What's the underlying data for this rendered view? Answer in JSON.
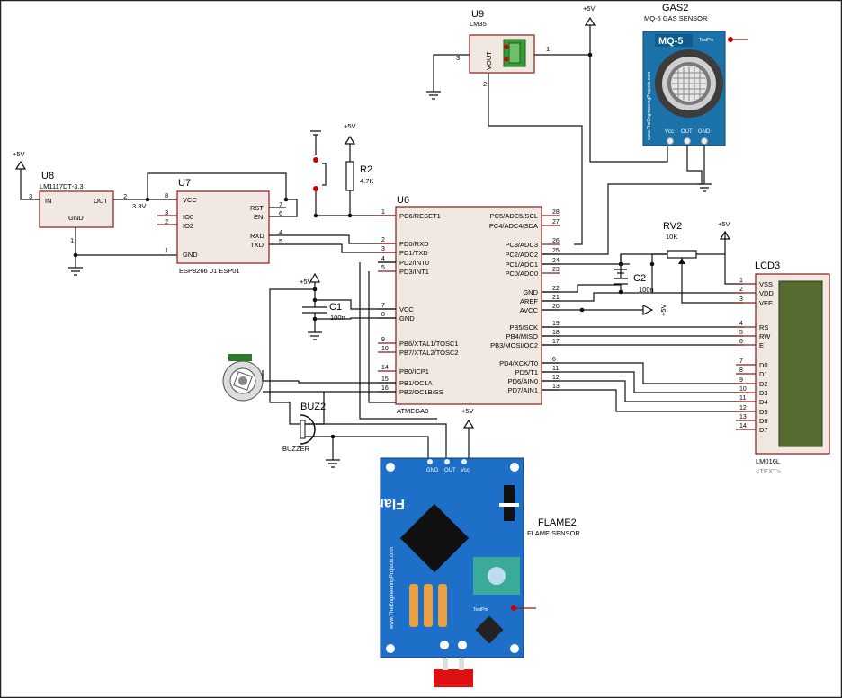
{
  "u8": {
    "ref": "U8",
    "part": "LM1117DT-3.3",
    "in": "IN",
    "out": "OUT",
    "gnd": "GND",
    "p3": "3",
    "p2": "2",
    "p1": "1",
    "v": "+5V"
  },
  "u7": {
    "ref": "U7",
    "part": "ESP8266 01 ESP01",
    "vcc": "VCC",
    "io0": "IO0",
    "io2": "IO2",
    "gnd": "GND",
    "rst": "RST",
    "en": "EN",
    "rxd": "RXD",
    "txd": "TXD",
    "p8": "8",
    "p3": "3",
    "p2": "2",
    "p1": "1",
    "p7": "7",
    "p6": "6",
    "p4": "4",
    "p5": "5",
    "v33": "3.3V"
  },
  "u9": {
    "ref": "U9",
    "part": "LM35",
    "vout": "VOUT",
    "p3": "3",
    "p2": "2",
    "p1": "1"
  },
  "gas": {
    "ref": "GAS2",
    "part": "MQ-5 GAS SENSOR",
    "logo": "MQ-5",
    "testpin": "TestPin",
    "vcc": "Vcc",
    "out": "OUT",
    "gnd": "GND",
    "site": "www.TheEngineeringProjects.com"
  },
  "r2": {
    "ref": "R2",
    "val": "4.7K"
  },
  "u6": {
    "ref": "U6",
    "part": "ATMEGA8",
    "left": [
      {
        "n": "1",
        "l": "PC6/RESET1"
      },
      {
        "n": "2",
        "l": "PD0/RXD"
      },
      {
        "n": "3",
        "l": "PD1/TXD"
      },
      {
        "n": "4",
        "l": "PD2/INT0"
      },
      {
        "n": "5",
        "l": "PD3/INT1"
      },
      {
        "n": "7",
        "l": "VCC"
      },
      {
        "n": "8",
        "l": "GND"
      },
      {
        "n": "9",
        "l": "PB6/XTAL1/TOSC1"
      },
      {
        "n": "10",
        "l": "PB7/XTAL2/TOSC2"
      },
      {
        "n": "14",
        "l": "PB0/ICP1"
      },
      {
        "n": "15",
        "l": "PB1/OC1A"
      },
      {
        "n": "16",
        "l": "PB2/OC1B/SS"
      }
    ],
    "right": [
      {
        "n": "28",
        "l": "PC5/ADC5/SCL"
      },
      {
        "n": "27",
        "l": "PC4/ADC4/SDA"
      },
      {
        "n": "26",
        "l": "PC3/ADC3"
      },
      {
        "n": "25",
        "l": "PC2/ADC2"
      },
      {
        "n": "24",
        "l": "PC1/ADC1"
      },
      {
        "n": "23",
        "l": "PC0/ADC0"
      },
      {
        "n": "22",
        "l": "GND"
      },
      {
        "n": "21",
        "l": "AREF"
      },
      {
        "n": "20",
        "l": "AVCC"
      },
      {
        "n": "19",
        "l": "PB5/SCK"
      },
      {
        "n": "18",
        "l": "PB4/MISO"
      },
      {
        "n": "17",
        "l": "PB3/MOSI/OC2"
      },
      {
        "n": "6",
        "l": "PD4/XCK/T0"
      },
      {
        "n": "11",
        "l": "PD5/T1"
      },
      {
        "n": "12",
        "l": "PD6/AIN0"
      },
      {
        "n": "13",
        "l": "PD7/AIN1"
      }
    ]
  },
  "c1": {
    "ref": "C1",
    "val": "100n"
  },
  "c2": {
    "ref": "C2",
    "val": "100n"
  },
  "rv2": {
    "ref": "RV2",
    "val": "10K"
  },
  "lcd": {
    "ref": "LCD3",
    "part": "LM016L",
    "text": "<TEXT>",
    "pins": [
      {
        "n": "1",
        "l": "VSS"
      },
      {
        "n": "2",
        "l": "VDD"
      },
      {
        "n": "3",
        "l": "VEE"
      },
      {
        "n": "4",
        "l": "RS"
      },
      {
        "n": "5",
        "l": "RW"
      },
      {
        "n": "6",
        "l": "E"
      },
      {
        "n": "7",
        "l": "D0"
      },
      {
        "n": "8",
        "l": "D1"
      },
      {
        "n": "9",
        "l": "D2"
      },
      {
        "n": "10",
        "l": "D3"
      },
      {
        "n": "11",
        "l": "D4"
      },
      {
        "n": "12",
        "l": "D5"
      },
      {
        "n": "13",
        "l": "D6"
      },
      {
        "n": "14",
        "l": "D7"
      }
    ]
  },
  "buz": {
    "ref": "BUZ2",
    "part": "BUZZER"
  },
  "flame": {
    "ref": "FLAME2",
    "part": "FLAME SENSOR",
    "title": "Flame Sensor",
    "gnd": "GND",
    "out": "OUT",
    "vcc": "Vcc",
    "testpin": "TestPin",
    "site": "www.TheEngineeringProjects.com"
  },
  "misc": {
    "v5": "+5V",
    "num1": "1"
  }
}
